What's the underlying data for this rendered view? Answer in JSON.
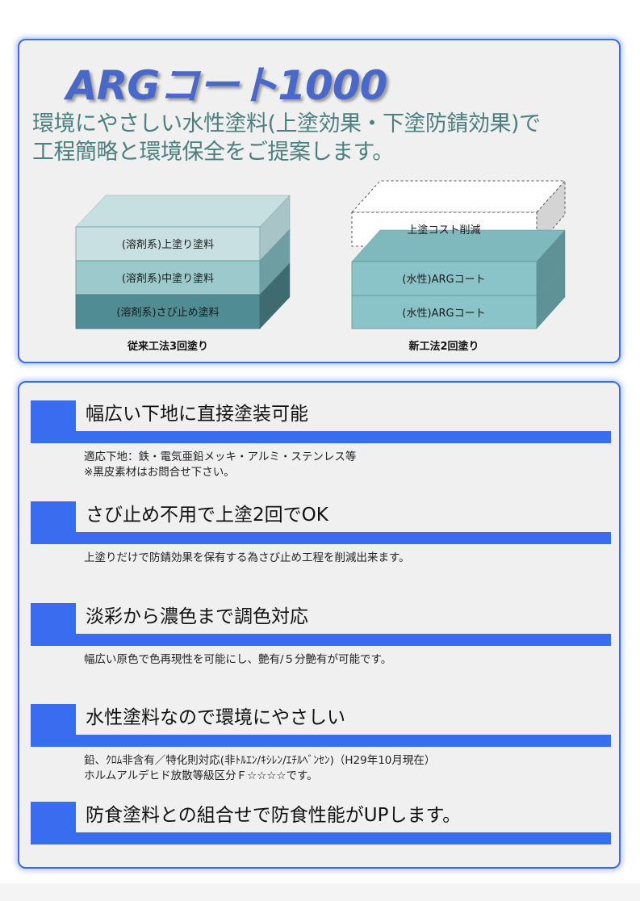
{
  "header": {
    "logo": "ARGコート1000",
    "tagline_line1": "環境にやさしい水性塗料(上塗効果・下塗防錆効果)で",
    "tagline_line2": "工程簡略と環境保全をご提案します。"
  },
  "diagram": {
    "conventional": {
      "layers": [
        "(溶剤系)上塗り塗料",
        "(溶剤系)中塗り塗料",
        "(溶剤系)さび止め塗料"
      ],
      "caption": "従来工法3回塗り"
    },
    "new_method": {
      "cost_label": "上塗コスト削減",
      "layers": [
        "(水性)ARGコート",
        "(水性)ARGコート"
      ],
      "caption": "新工法2回塗り"
    },
    "colors": {
      "top_layer": "#c8e0e2",
      "mid_layer": "#9ccacc",
      "bottom_layer": "#4f8c93",
      "arg_layer": "#8ac4c9"
    }
  },
  "features": [
    {
      "title": "幅広い下地に直接塗装可能",
      "desc_line1": "適応下地：鉄・電気亜鉛メッキ・アルミ・ステンレス等",
      "desc_line2": "※黒皮素材はお問合せ下さい。"
    },
    {
      "title": "さび止め不用で上塗2回でOK",
      "desc_line1": "上塗りだけで防錆効果を保有する為さび止め工程を削減出来ます。",
      "desc_line2": ""
    },
    {
      "title": "淡彩から濃色まで調色対応",
      "desc_line1": "幅広い原色で色再現性を可能にし、艶有/５分艶有が可能です。",
      "desc_line2": ""
    },
    {
      "title": "水性塗料なので環境にやさしい",
      "desc_line1": "鉛、ｸﾛﾑ非含有／特化則対応(非ﾄﾙｴﾝ/ｷｼﾚﾝ/ｴﾁﾙﾍﾞﾝｾﾝ)（H29年10月現在）",
      "desc_line2": "ホルムアルデヒド放散等級区分Ｆ☆☆☆☆です。"
    },
    {
      "title": "防食塗料との組合せで防食性能がUPします。",
      "desc_line1": "",
      "desc_line2": ""
    }
  ],
  "accent_color": "#3a6cf0"
}
